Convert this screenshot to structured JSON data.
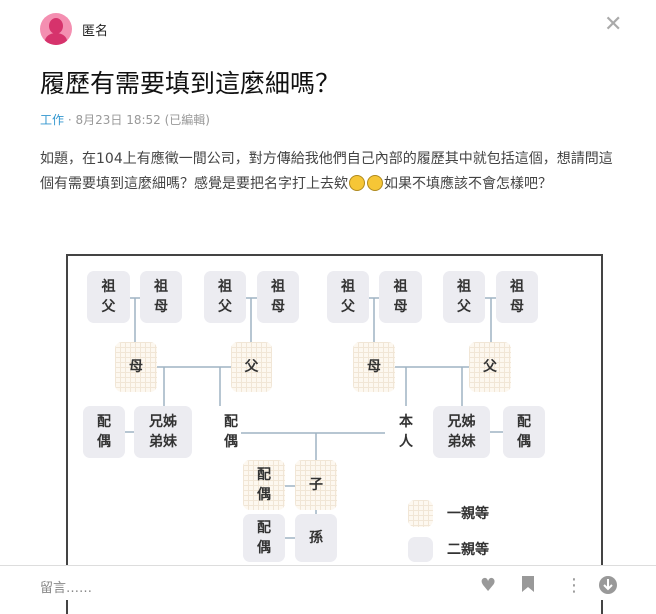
{
  "author": {
    "name": "匿名"
  },
  "post": {
    "title": "履歷有需要填到這麼細嗎？",
    "category": "工作",
    "date": "8月23日 18:52",
    "edited": "(已編輯)",
    "content_1": "如題，在104上有應徵一間公司，對方傳給我他們自己內部的履歷其中就包括這個，想請問這個有需要填到這麼細嗎？感覺是要把名字打上去欸",
    "content_2": "如果不填應該不會怎樣吧？",
    "emoji": "grinning-sweat-face"
  },
  "diagram": {
    "grandfather": "祖\n父",
    "grandmother": "祖\n母",
    "mother": "母",
    "father": "父",
    "spouse": "配\n偶",
    "siblings": "兄姊\n弟妹",
    "self": "本\n人",
    "child": "子",
    "grandchild": "孫",
    "legend": [
      {
        "label": "一親等",
        "style": "grid"
      },
      {
        "label": "二親等",
        "style": "gray"
      }
    ]
  },
  "bottom": {
    "comment_placeholder": "留言……",
    "icons": [
      "heart-icon",
      "bookmark-icon",
      "more-icon",
      "download-icon"
    ]
  },
  "colors": {
    "accent": "#3397cf",
    "avatar": "#f48fb1"
  }
}
